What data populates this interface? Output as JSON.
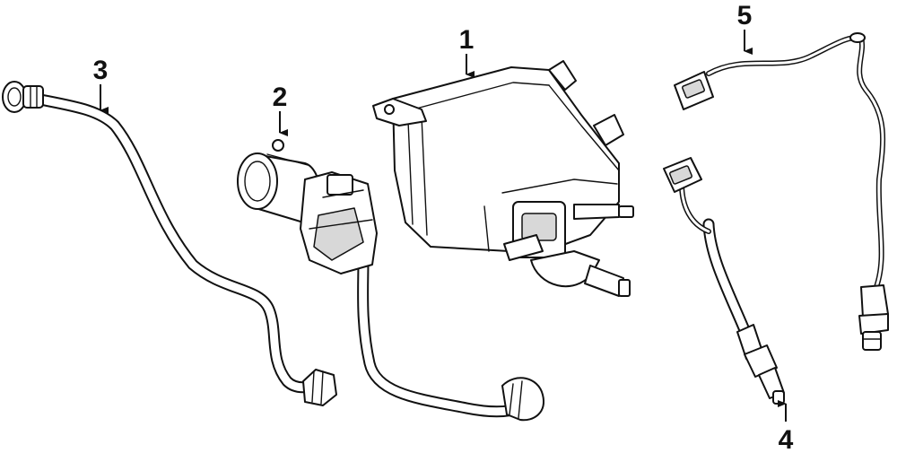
{
  "callouts": [
    {
      "id": "1",
      "label": "1"
    },
    {
      "id": "2",
      "label": "2"
    },
    {
      "id": "3",
      "label": "3"
    },
    {
      "id": "4",
      "label": "4"
    },
    {
      "id": "5",
      "label": "5"
    }
  ],
  "colors": {
    "ink": "#111111",
    "background": "#ffffff"
  }
}
